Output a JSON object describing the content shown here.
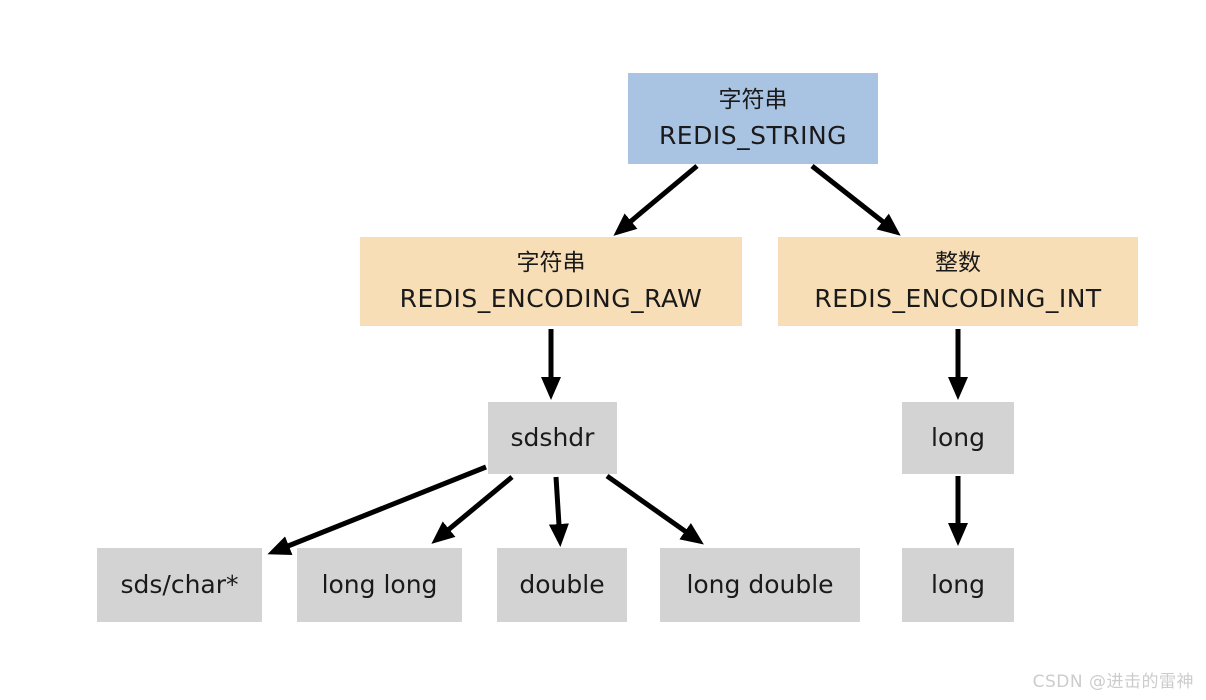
{
  "diagram": {
    "type": "tree",
    "nodes": {
      "root": {
        "label_zh": "字符串",
        "label_code": "REDIS_STRING"
      },
      "raw": {
        "label_zh": "字符串",
        "label_code": "REDIS_ENCODING_RAW"
      },
      "int": {
        "label_zh": "整数",
        "label_code": "REDIS_ENCODING_INT"
      },
      "sdshdr": {
        "label": "sdshdr"
      },
      "long_mid": {
        "label": "long"
      },
      "sds_char": {
        "label": "sds/char*"
      },
      "long_long": {
        "label": "long long"
      },
      "double": {
        "label": "double"
      },
      "long_double": {
        "label": "long double"
      },
      "long_leaf": {
        "label": "long"
      }
    },
    "edges": [
      {
        "from": "root",
        "to": "raw"
      },
      {
        "from": "root",
        "to": "int"
      },
      {
        "from": "raw",
        "to": "sdshdr"
      },
      {
        "from": "sdshdr",
        "to": "sds_char"
      },
      {
        "from": "sdshdr",
        "to": "long_long"
      },
      {
        "from": "sdshdr",
        "to": "double"
      },
      {
        "from": "sdshdr",
        "to": "long_double"
      },
      {
        "from": "int",
        "to": "long_mid"
      },
      {
        "from": "long_mid",
        "to": "long_leaf"
      }
    ],
    "colors": {
      "root": "#a9c4e3",
      "encoding": "#f7deb7",
      "leaf": "#d3d3d3",
      "arrow": "#000000",
      "text": "#1a1a1a",
      "watermark": "#cccccc"
    }
  },
  "watermark": {
    "text": "CSDN @进击的雷神"
  }
}
